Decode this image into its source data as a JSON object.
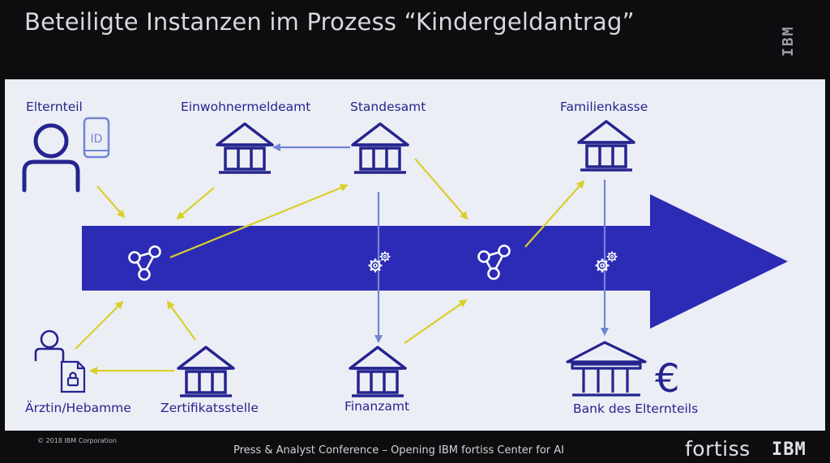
{
  "title": "Beteiligte Instanzen im Prozess “Kindergeldantrag”",
  "side_logo": "IBM",
  "nodes": {
    "elternteil": "Elternteil",
    "id_card": "ID",
    "einwohnermeldeamt": "Einwohnermeldeamt",
    "standesamt": "Standesamt",
    "familienkasse": "Familienkasse",
    "aerztin": "Ärztin/Hebamme",
    "zertifikatsstelle": "Zertifikatsstelle",
    "finanzamt": "Finanzamt",
    "bank": "Bank des Elternteils"
  },
  "currency_symbol": "€",
  "icons": [
    "user-icon",
    "id-card-icon",
    "building-icon",
    "network-icon",
    "gears-icon",
    "document-lock-icon",
    "bank-icon",
    "euro-icon"
  ],
  "colors": {
    "background": "#0d0d0f",
    "panel": "#eceef5",
    "arrow": "#2b2bb6",
    "icon": "#24248f",
    "yellow_connector": "#d9cf2a",
    "blue_connector": "#6f86d6"
  },
  "footer": {
    "copyright": "© 2018 IBM Corporation",
    "event": "Press & Analyst Conference – Opening IBM fortiss Center for AI",
    "brand_fortiss": "fortiss",
    "brand_ibm": "IBM"
  }
}
